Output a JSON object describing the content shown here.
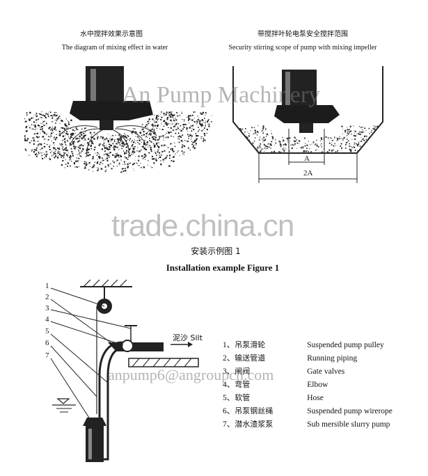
{
  "fig_left": {
    "title_zh": "水中搅拌效果示意图",
    "title_en": "The diagram of mixing effect in water"
  },
  "fig_right": {
    "title_zh": "带搅拌叶轮电泵安全搅拌范围",
    "title_en": "Security stirring scope of pump with mixing impeller",
    "label_a": "A",
    "label_2a": "2A"
  },
  "watermarks": {
    "company": "An Pump Machinery",
    "site": "trade.china.cn",
    "email": "anpump6@angroupcn.com"
  },
  "install": {
    "title_zh": "安装示例图 1",
    "title_en": "Installation example Figure 1",
    "silt_label": "泥沙 Silt",
    "callout_numbers": [
      "1",
      "2",
      "3",
      "4",
      "5",
      "6",
      "7"
    ],
    "legend": [
      {
        "num": "1、",
        "zh": "吊泵滑轮",
        "en": "Suspended pump pulley"
      },
      {
        "num": "2、",
        "zh": "输送管道",
        "en": "Running piping"
      },
      {
        "num": "3、",
        "zh": "闸阀",
        "en": "Gate valves"
      },
      {
        "num": "4、",
        "zh": "弯管",
        "en": "Elbow"
      },
      {
        "num": "5、",
        "zh": "软管",
        "en": "Hose"
      },
      {
        "num": "6、",
        "zh": "吊泵钢丝绳",
        "en": "Suspended pump wirerope"
      },
      {
        "num": "7、",
        "zh": "潜水渣浆泵",
        "en": "Sub mersible slurry pump"
      }
    ]
  }
}
